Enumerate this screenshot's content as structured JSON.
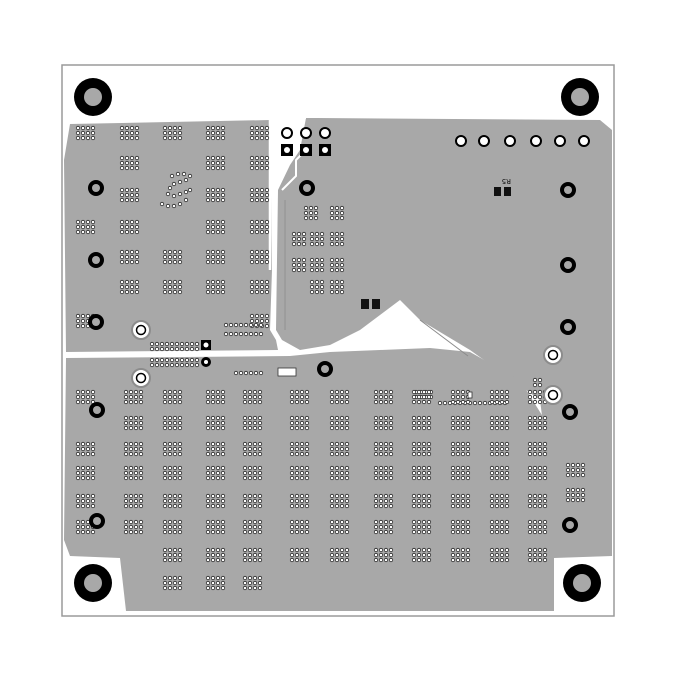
{
  "board": {
    "outline_color": "#9a9a9a",
    "substrate_color": "#ffffff",
    "copper_color": "#a8a8a8",
    "copper_edge_color": "#8c8c8c",
    "via_ring_color": "#2a2a2a",
    "via_hole_color": "#ffffff",
    "pad_color": "#111111",
    "plane_gap_color": "#ffffff"
  },
  "silkscreen": {
    "reference_label": "R5"
  },
  "features": {
    "corner_mounting_holes": 4,
    "edge_mounting_holes": 12,
    "ground_planes": [
      "upper-left-plane",
      "upper-right-plane",
      "bottom-plane"
    ]
  }
}
